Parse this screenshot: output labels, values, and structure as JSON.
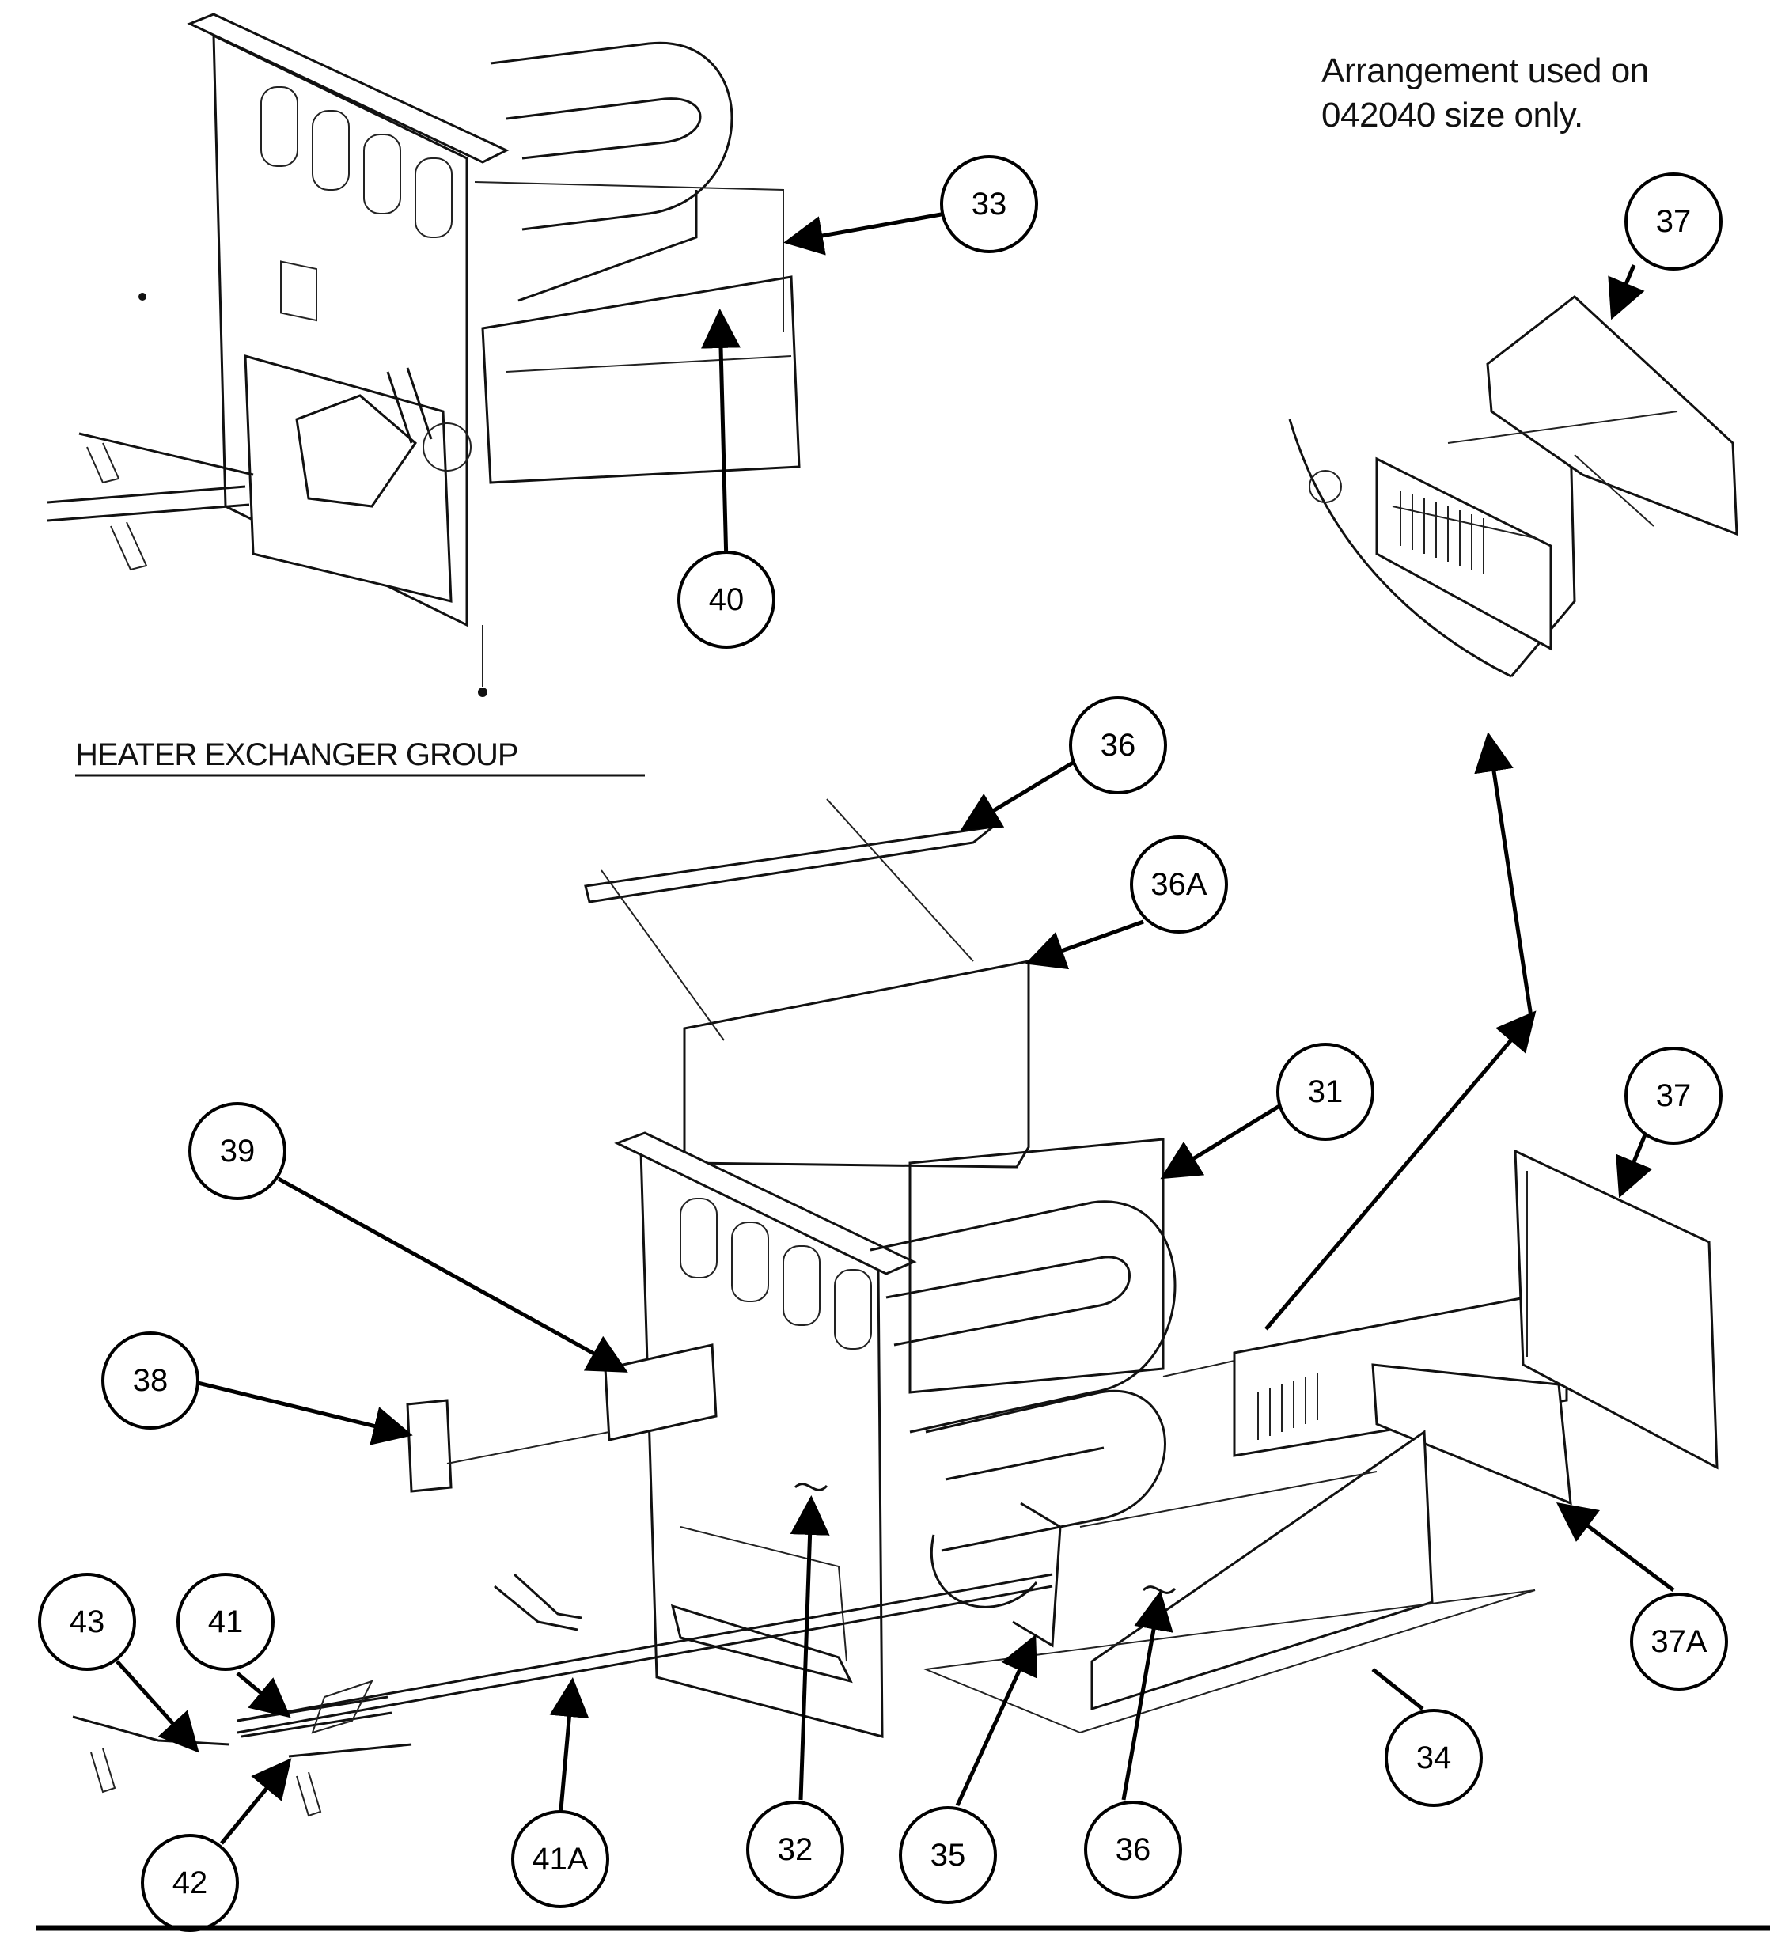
{
  "note": {
    "line1": "Arrangement used on",
    "line2": "042040 size only."
  },
  "group_title": "HEATER EXCHANGER GROUP",
  "callouts": [
    "33",
    "40",
    "37",
    "36",
    "36A",
    "31",
    "39",
    "37",
    "38",
    "43",
    "41",
    "37A",
    "34",
    "42",
    "41A",
    "32",
    "35",
    "36"
  ]
}
